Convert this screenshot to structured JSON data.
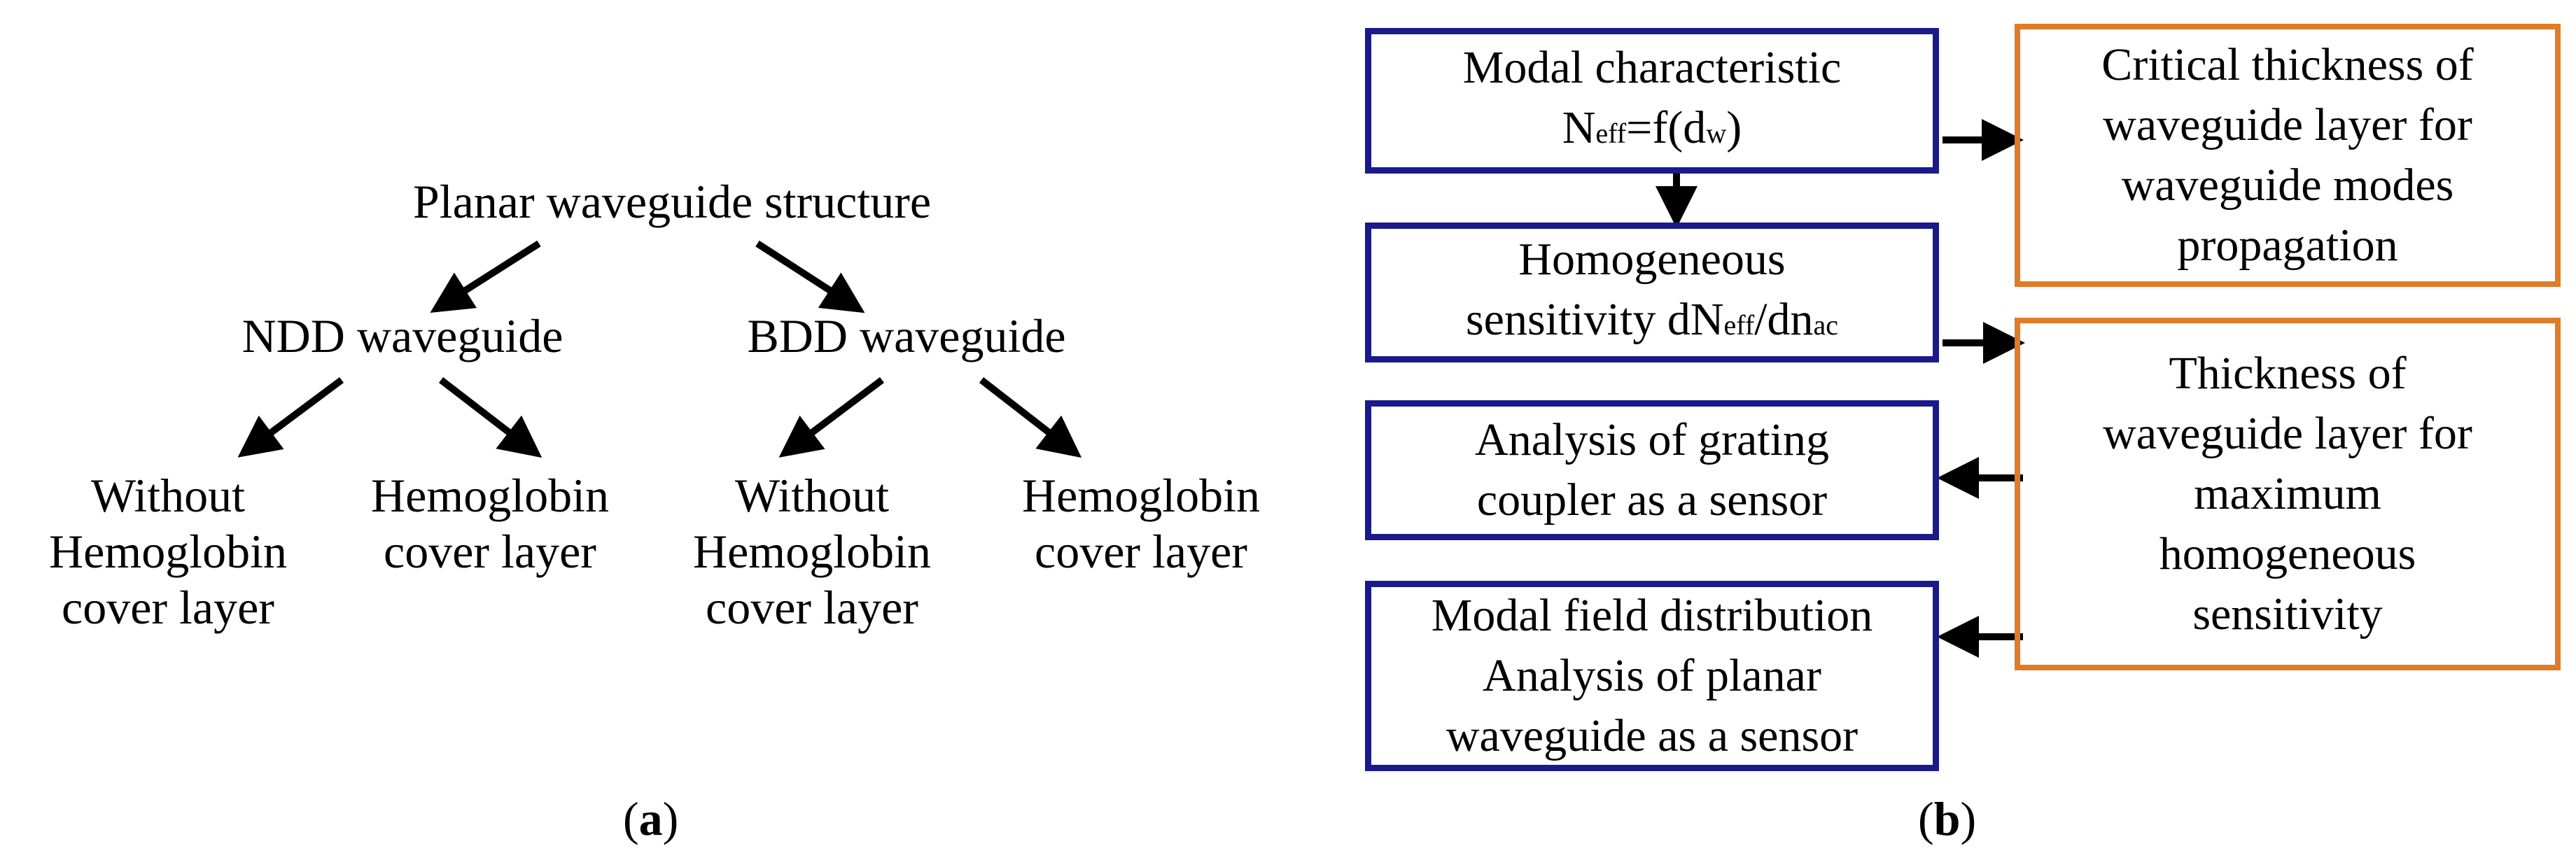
{
  "panel_a": {
    "root": "Planar waveguide structure",
    "ndd": "NDD waveguide",
    "bdd": "BDD waveguide",
    "ndd_left": [
      "Without",
      "Hemoglobin",
      "cover layer"
    ],
    "ndd_right": [
      "Hemoglobin",
      "cover layer"
    ],
    "bdd_left": [
      "Without",
      "Hemoglobin",
      "cover layer"
    ],
    "bdd_right": [
      "Hemoglobin",
      "cover layer"
    ],
    "caption_open": "(",
    "caption_letter": "a",
    "caption_close": ")"
  },
  "panel_b": {
    "modal": {
      "line1": "Modal characteristic",
      "n": "N",
      "eff": "eff",
      "mid": "=f(d",
      "w": "w",
      "end": ")"
    },
    "homog": {
      "line1": "Homogeneous",
      "pre": "sensitivity dN",
      "eff": "eff",
      "slash": "/dn",
      "ac": "ac"
    },
    "grating": [
      "Analysis of grating",
      "coupler as a sensor"
    ],
    "field": [
      "Modal field distribution",
      "Analysis of planar",
      "waveguide as a sensor"
    ],
    "critical": [
      "Critical thickness of",
      "waveguide layer for",
      "waveguide modes",
      "propagation"
    ],
    "thickness": [
      "Thickness of",
      "waveguide layer for",
      "maximum",
      "homogeneous",
      "sensitivity"
    ],
    "caption_open": "(",
    "caption_letter": "b",
    "caption_close": ")"
  },
  "colors": {
    "blue_border": "#1a1a8c",
    "orange_border": "#e07b28",
    "arrow": "#000000"
  }
}
